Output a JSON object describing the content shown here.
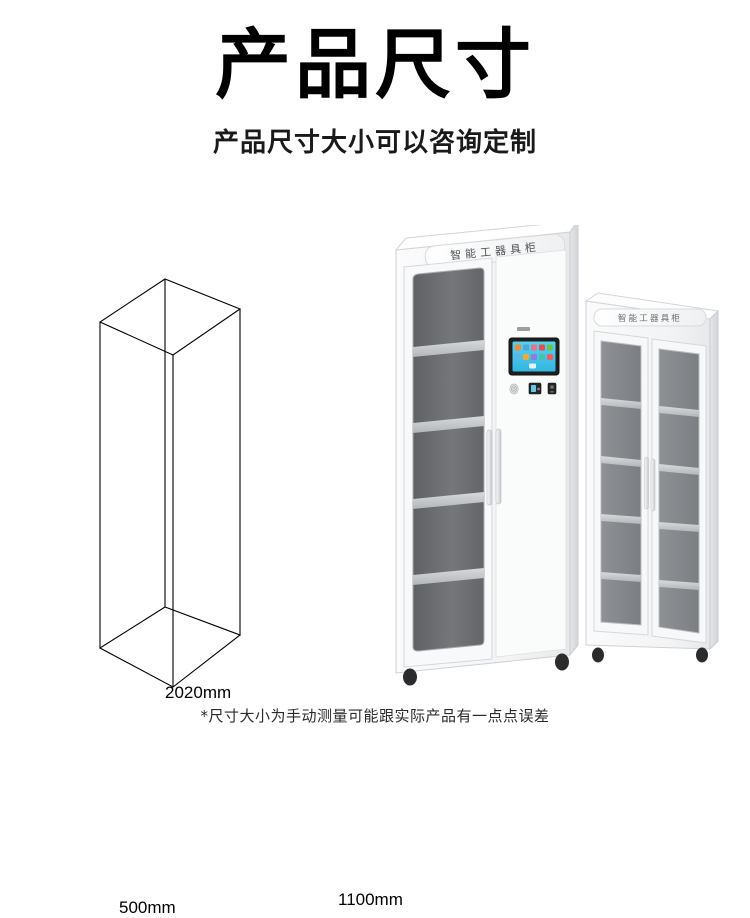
{
  "header": {
    "title": "产品尺寸",
    "subtitle": "产品尺寸大小可以咨询定制"
  },
  "footnote": "*尺寸大小为手动测量可能跟实际产品有一点点误差",
  "diagram": {
    "type": "isometric-wireframe-box",
    "dimensions": {
      "height": "2020mm",
      "depth": "500mm",
      "width": "1100mm"
    }
  },
  "product": {
    "name": "智能工器具柜",
    "front_cabinet": {
      "banner_text": "智能工器具柜",
      "glass_door_count": 1,
      "shelf_count": 4,
      "handle_count": 2,
      "caster_count": 2,
      "control_panel": {
        "touchscreen_label": "touchscreen",
        "screen_bg_color": "#3fc5e8",
        "app_icon_colors": [
          "#f4893a",
          "#4aa7e0",
          "#ef6f8e",
          "#e2504a",
          "#6fc04a",
          "#59b7ea",
          "#f0a93c",
          "#8e7ddb",
          "#45c2a8",
          "#e9606b"
        ],
        "modules": [
          "fingerprint-reader",
          "card-reader",
          "sensor"
        ]
      }
    },
    "rear_cabinet": {
      "banner_text": "智能工器具柜",
      "glass_door_count": 2,
      "shelf_count": 4,
      "handle_count": 2,
      "caster_count": 2
    },
    "colors": {
      "body": "#f4f5f6",
      "body_shade": "#e3e5e7",
      "interior": "#6d6f72",
      "shelf": "#c9ccce",
      "glass": "#9a9da0",
      "caster": "#2c2c2e",
      "outline": "#c2c5c8"
    }
  }
}
